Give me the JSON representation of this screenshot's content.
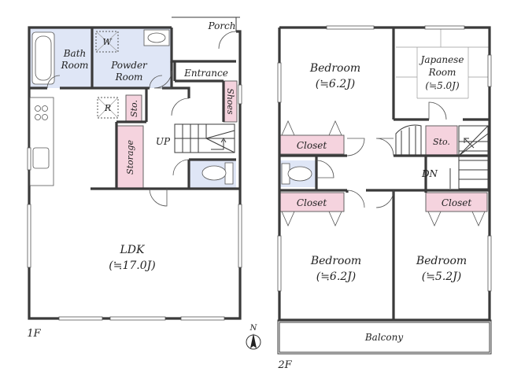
{
  "floor1": {
    "label": "1F",
    "rooms": {
      "bath": [
        "Bath",
        "Room"
      ],
      "powder": [
        "Powder",
        "Room"
      ],
      "porch": "Porch",
      "entrance": "Entrance",
      "shoes": "Shoes",
      "sto": "Sto.",
      "storage": "Storage",
      "up": "UP",
      "ldk": [
        "LDK",
        "(≒17.0J)"
      ]
    },
    "symbols": {
      "washer": "W",
      "fridge": "R"
    }
  },
  "floor2": {
    "label": "2F",
    "rooms": {
      "bedroom_nw": [
        "Bedroom",
        "(≒6.2J)"
      ],
      "japanese": [
        "Japanese",
        "Room",
        "(≒5.0J)"
      ],
      "closet_1": "Closet",
      "closet_2": "Closet",
      "closet_3": "Closet",
      "sto": "Sto.",
      "dn": "DN",
      "bedroom_sw": [
        "Bedroom",
        "(≒6.2J)"
      ],
      "bedroom_se": [
        "Bedroom",
        "(≒5.2J)"
      ],
      "balcony": "Balcony"
    }
  },
  "compass": {
    "north": "N"
  },
  "colors": {
    "wet_area": "#dfe6f6",
    "storage": "#f5d3de",
    "wall": "#3a3a3a"
  },
  "icons": [
    "bathtub-icon",
    "washbasin-icon",
    "toilet-icon",
    "stove-icon",
    "sink-icon",
    "compass-icon"
  ]
}
